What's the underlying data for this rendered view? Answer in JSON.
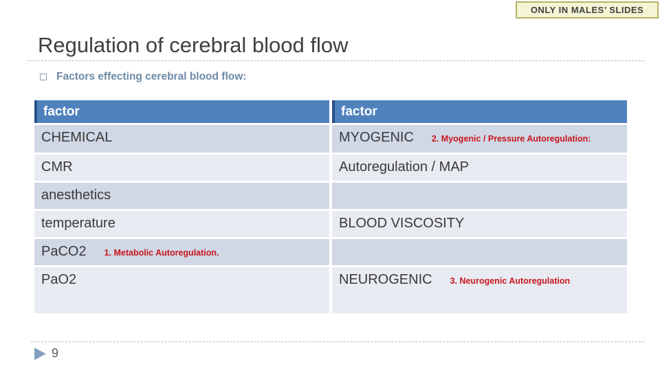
{
  "badge": {
    "label": "ONLY IN MALES’ SLIDES"
  },
  "title": "Regulation of cerebral blood flow",
  "bullet": {
    "label": "Factors effecting cerebral blood flow:"
  },
  "tables": {
    "header_label": "factor",
    "left": {
      "rows": [
        {
          "label": "CHEMICAL",
          "note": ""
        },
        {
          "label": "CMR",
          "note": ""
        },
        {
          "label": "anesthetics",
          "note": ""
        },
        {
          "label": "temperature",
          "note": ""
        },
        {
          "label": "PaCO2",
          "note": "1. Metabolic Autoregulation."
        },
        {
          "label": "PaO2",
          "note": ""
        }
      ]
    },
    "right": {
      "rows": [
        {
          "label": "MYOGENIC",
          "note": "2. Myogenic / Pressure Autoregulation:"
        },
        {
          "label": "Autoregulation / MAP",
          "note": ""
        },
        {
          "label": "",
          "note": ""
        },
        {
          "label": "BLOOD VISCOSITY",
          "note": ""
        },
        {
          "label": "",
          "note": ""
        },
        {
          "label": "NEUROGENIC",
          "note": "3. Neurogenic Autoregulation"
        }
      ]
    }
  },
  "footer": {
    "page_number": "9"
  },
  "colors": {
    "header_blue": "#4f81bd",
    "header_accent": "#28518a",
    "band_dark": "#d0d7e5",
    "band_light": "#e9ebf2",
    "note_red": "#c8161d",
    "title_gray": "#3f3f3f",
    "bullet_blue": "#6d8aa5",
    "badge_bg": "#f3f5d4",
    "badge_border": "#b2b266",
    "arrow_blue": "#85a0bf"
  }
}
